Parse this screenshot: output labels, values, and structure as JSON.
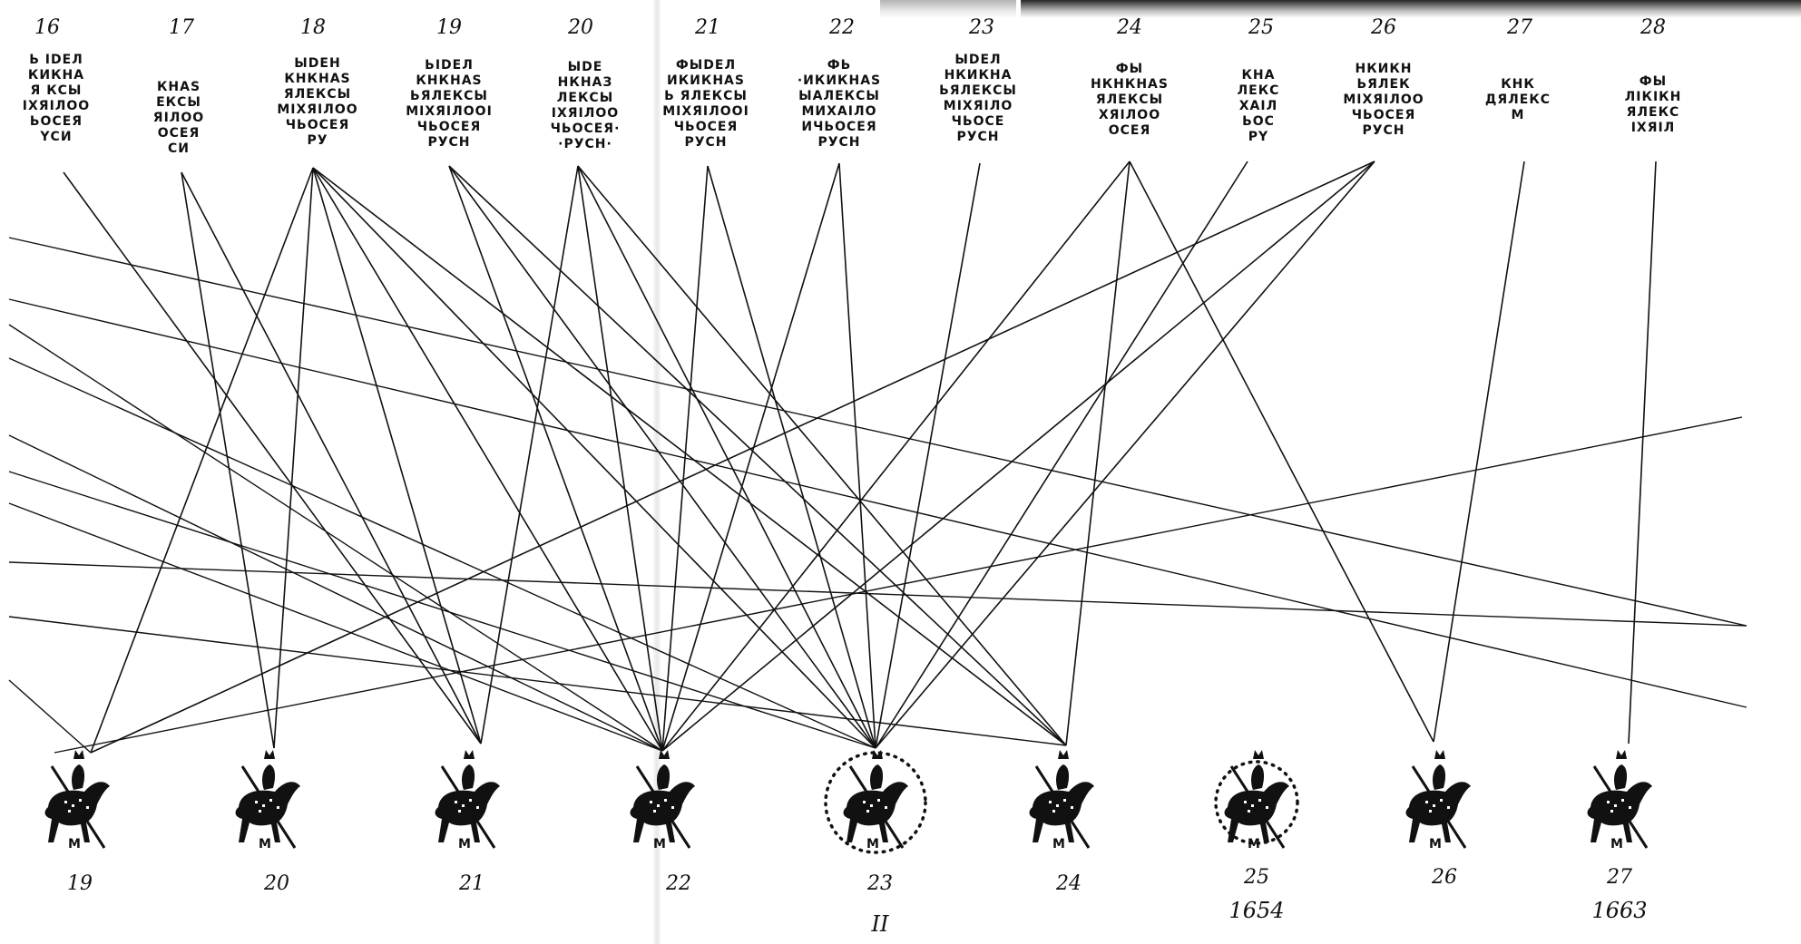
{
  "inscriptions": [
    {
      "id": "16",
      "lines": [
        "Ь ІDЕЛ",
        "КИКНА",
        "Я  КСЫ",
        "ІХЯІЛОО",
        "ЬОСЕЯ",
        "ҮСИ"
      ]
    },
    {
      "id": "17",
      "lines": [
        "КНАЅ",
        "ЕКСЫ",
        "ЯІЛОО",
        "ОСЕЯ",
        "СИ"
      ]
    },
    {
      "id": "18",
      "lines": [
        "ЫDЕН",
        "КНКНАЅ",
        "ЯЛЕКСЫ",
        "МІХЯІЛОО",
        "ЧЬОСЕЯ",
        "РУ"
      ]
    },
    {
      "id": "19",
      "lines": [
        "ЬІDЕЛ",
        "КНКНАЅ",
        "ЬЯЛЕКСЫ",
        "МІХЯІЛООІ",
        "ЧЬОСЕЯ",
        "РУСН"
      ]
    },
    {
      "id": "20",
      "lines": [
        "ЫDЕ",
        "НКНАЗ",
        "ЛЕКСЫ",
        "ІХЯІЛОО",
        "ЧЬОСЕЯ·",
        "·РУСН·"
      ]
    },
    {
      "id": "21",
      "lines": [
        "ФЫDЕЛ",
        "ИКИКНАЅ",
        "Ь ЯЛЕКСЫ",
        "МІХЯІЛООІ",
        "ЧЬОСЕЯ",
        "РУСН"
      ]
    },
    {
      "id": "22",
      "lines": [
        "ФЬ",
        "·ИКИКНАЅ",
        "ЫАЛЕКСЫ",
        "МИХАІЛО",
        "ИЧЬОСЕЯ",
        "РУСН"
      ]
    },
    {
      "id": "23",
      "lines": [
        "ЫDЕЛ",
        "НКИКНА",
        "ЬЯЛЕКСЫ",
        "МІХЯІЛО",
        "ЧЬОСЕ",
        "РУСН"
      ]
    },
    {
      "id": "24",
      "lines": [
        "ФЫ",
        "НКНКНАЅ",
        "ЯЛЕКСЫ",
        "ХЯІЛОО",
        "ОСЕЯ"
      ]
    },
    {
      "id": "25",
      "lines": [
        "КНА",
        "ЛЕКС",
        "ХАІЛ",
        "ЬОС",
        "РҮ"
      ]
    },
    {
      "id": "26",
      "lines": [
        "НКИКН",
        "ЬЯЛЕК",
        "МІХЯІЛОО",
        "ЧЬОСЕЯ",
        "РУСН"
      ]
    },
    {
      "id": "27",
      "lines": [
        "КНК",
        "ДЯЛЕКС",
        "М"
      ]
    },
    {
      "id": "28",
      "lines": [
        "ФЫ",
        "ЛІКІКН",
        "ЯЛЕКС",
        "ІХЯІЛ"
      ]
    }
  ],
  "top_numbers": [
    "16",
    "17",
    "18",
    "19",
    "20",
    "21",
    "22",
    "23",
    "24",
    "25",
    "26",
    "27",
    "28"
  ],
  "coins": [
    {
      "id": "19",
      "year": ""
    },
    {
      "id": "20",
      "year": ""
    },
    {
      "id": "21",
      "year": ""
    },
    {
      "id": "22",
      "year": ""
    },
    {
      "id": "23",
      "year": ""
    },
    {
      "id": "24",
      "year": ""
    },
    {
      "id": "25",
      "year": "1654"
    },
    {
      "id": "26",
      "year": ""
    },
    {
      "id": "27",
      "year": "1663"
    }
  ],
  "section_label": "II",
  "connections": [
    {
      "from": "16",
      "to": "21"
    },
    {
      "from": "17",
      "to": "20"
    },
    {
      "from": "17",
      "to": "21"
    },
    {
      "from": "18",
      "to": "19"
    },
    {
      "from": "18",
      "to": "20"
    },
    {
      "from": "18",
      "to": "21"
    },
    {
      "from": "18",
      "to": "22"
    },
    {
      "from": "18",
      "to": "23"
    },
    {
      "from": "18",
      "to": "24"
    },
    {
      "from": "19",
      "to": "22"
    },
    {
      "from": "19",
      "to": "23"
    },
    {
      "from": "19",
      "to": "24"
    },
    {
      "from": "20",
      "to": "21"
    },
    {
      "from": "20",
      "to": "22"
    },
    {
      "from": "20",
      "to": "23"
    },
    {
      "from": "20",
      "to": "24"
    },
    {
      "from": "21",
      "to": "22"
    },
    {
      "from": "21",
      "to": "23"
    },
    {
      "from": "22",
      "to": "22"
    },
    {
      "from": "22",
      "to": "23"
    },
    {
      "from": "23",
      "to": "23"
    },
    {
      "from": "24",
      "to": "22"
    },
    {
      "from": "24",
      "to": "24"
    },
    {
      "from": "24",
      "to": "26"
    },
    {
      "from": "25",
      "to": "23"
    },
    {
      "from": "26",
      "to": "19"
    },
    {
      "from": "26",
      "to": "22"
    },
    {
      "from": "26",
      "to": "23"
    },
    {
      "from": "27",
      "to": "26"
    },
    {
      "from": "28",
      "to": "27"
    }
  ]
}
